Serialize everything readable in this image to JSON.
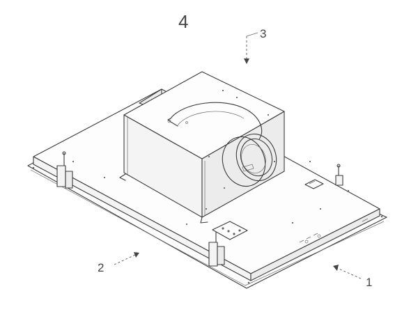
{
  "labels": {
    "view_number": "4",
    "callout_1": "1",
    "callout_2": "2",
    "callout_3": "3"
  },
  "colors": {
    "line": "#3a3a3a",
    "background": "#ffffff"
  }
}
